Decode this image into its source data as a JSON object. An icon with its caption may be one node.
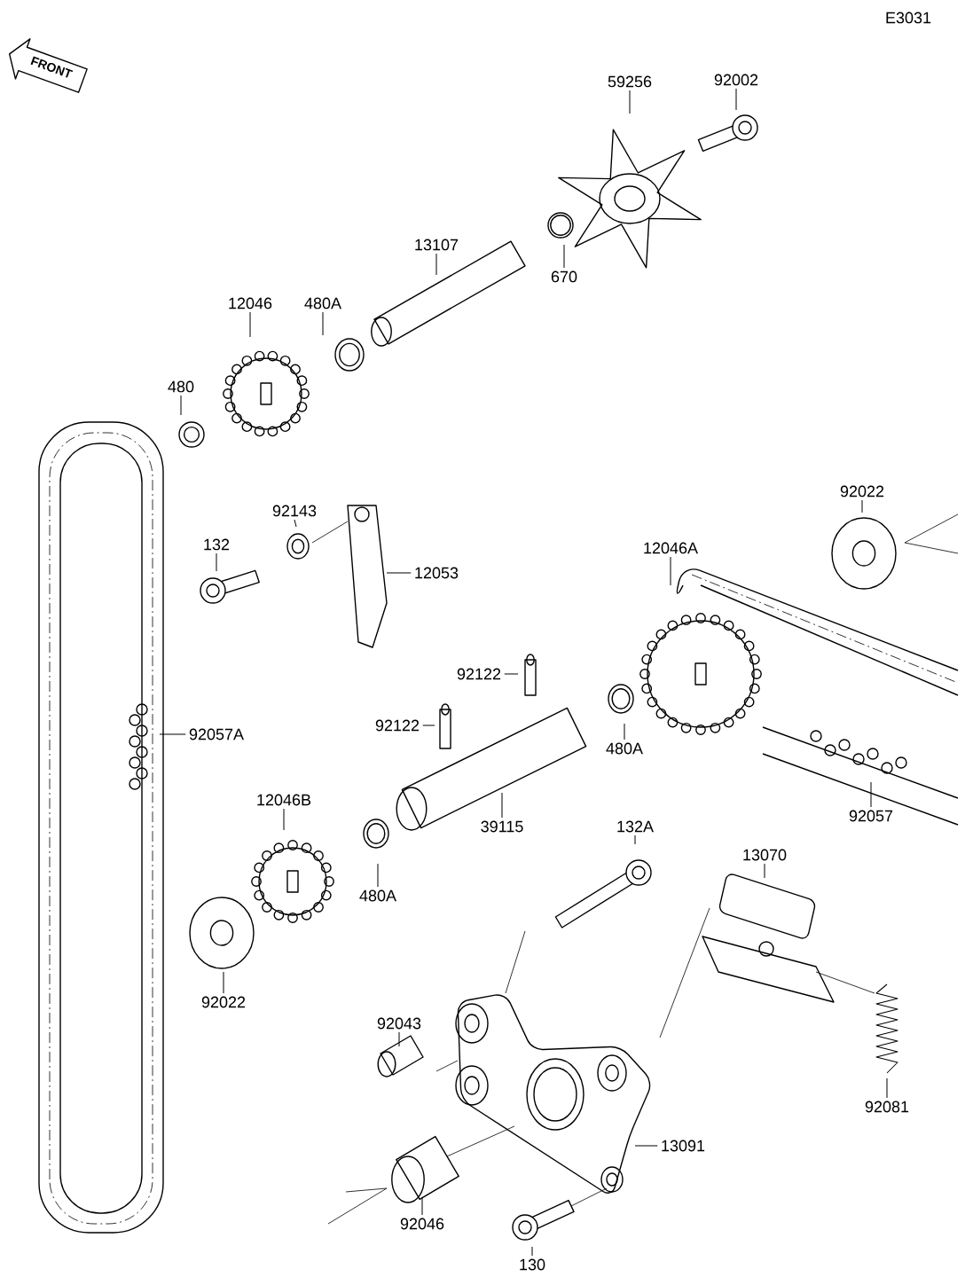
{
  "diagram": {
    "nodes": [
      {
        "text": [
          "59256"
        ]
      },
      {
        "text": [
          "92002"
        ]
      },
      {
        "text": [
          "13107"
        ]
      },
      {
        "text": [
          "670"
        ]
      },
      {
        "text": [
          "12046"
        ]
      },
      {
        "text": [
          "480A"
        ]
      },
      {
        "text": [
          "480"
        ]
      },
      {
        "text": [
          "92143"
        ]
      },
      {
        "text": [
          "132"
        ]
      },
      {
        "text": [
          "12053"
        ]
      },
      {
        "text": [
          "12046A"
        ]
      },
      {
        "text": [
          "92022"
        ]
      },
      {
        "text": [
          "92122"
        ]
      },
      {
        "text": [
          "92122"
        ]
      },
      {
        "text": [
          "92057A"
        ]
      },
      {
        "text": [
          "480A"
        ]
      },
      {
        "text": [
          "39115"
        ]
      },
      {
        "text": [
          "92057"
        ]
      },
      {
        "text": [
          "12046B"
        ]
      },
      {
        "text": [
          "480A"
        ]
      },
      {
        "text": [
          "132A"
        ]
      },
      {
        "text": [
          "92022"
        ]
      },
      {
        "text": [
          "13070"
        ]
      },
      {
        "text": [
          "92043"
        ]
      },
      {
        "text": [
          "92081"
        ]
      },
      {
        "text": [
          "13091"
        ]
      },
      {
        "text": [
          "92046"
        ]
      },
      {
        "text": [
          "130"
        ]
      }
    ],
    "edges": [
      {
        "from": 0,
        "to": null,
        "arrow": "none"
      },
      {
        "from": 1,
        "to": null,
        "arrow": "none"
      },
      {
        "from": 2,
        "to": null,
        "arrow": "none"
      },
      {
        "from": 3,
        "to": null,
        "arrow": "none"
      },
      {
        "from": 4,
        "to": null,
        "arrow": "none"
      },
      {
        "from": 5,
        "to": null,
        "arrow": "none"
      },
      {
        "from": 6,
        "to": null,
        "arrow": "none"
      },
      {
        "from": 7,
        "to": null,
        "arrow": "none"
      },
      {
        "from": 8,
        "to": null,
        "arrow": "none"
      },
      {
        "from": 9,
        "to": null,
        "arrow": "none"
      },
      {
        "from": 10,
        "to": null,
        "arrow": "none"
      },
      {
        "from": 11,
        "to": null,
        "arrow": "none"
      },
      {
        "from": 12,
        "to": null,
        "arrow": "none"
      },
      {
        "from": 13,
        "to": null,
        "arrow": "none"
      },
      {
        "from": 14,
        "to": null,
        "arrow": "none"
      },
      {
        "from": 15,
        "to": null,
        "arrow": "none"
      },
      {
        "from": 16,
        "to": null,
        "arrow": "none"
      },
      {
        "from": 17,
        "to": null,
        "arrow": "none"
      },
      {
        "from": 18,
        "to": null,
        "arrow": "none"
      },
      {
        "from": 19,
        "to": null,
        "arrow": "none"
      },
      {
        "from": 20,
        "to": null,
        "arrow": "none"
      },
      {
        "from": 21,
        "to": null,
        "arrow": "none"
      },
      {
        "from": 22,
        "to": null,
        "arrow": "none"
      },
      {
        "from": 23,
        "to": null,
        "arrow": "none"
      },
      {
        "from": 24,
        "to": null,
        "arrow": "none"
      },
      {
        "from": 25,
        "to": null,
        "arrow": "none"
      },
      {
        "from": 26,
        "to": null,
        "arrow": "none"
      },
      {
        "from": 27,
        "to": null,
        "arrow": "none"
      }
    ],
    "labels": [
      "FRONT",
      "E3031"
    ]
  }
}
